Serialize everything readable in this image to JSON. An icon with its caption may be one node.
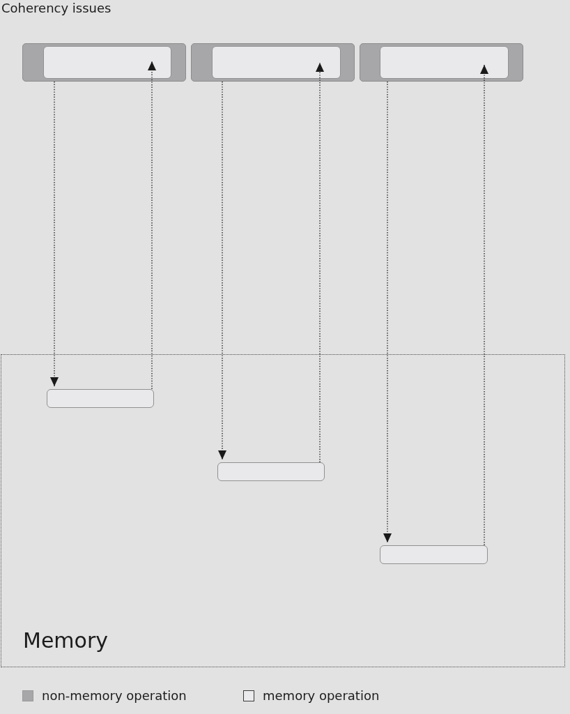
{
  "diagram": {
    "title": "Coherency issues",
    "nodes": [
      {
        "text": [],
        "shape": "box"
      },
      {
        "text": [],
        "shape": "box",
        "in": 0
      },
      {
        "text": [],
        "shape": "box"
      },
      {
        "text": [],
        "shape": "box",
        "in": 2
      },
      {
        "text": [],
        "shape": "box"
      },
      {
        "text": [],
        "shape": "box",
        "in": 4
      },
      {
        "text": [
          "Memory"
        ]
      },
      {
        "text": [],
        "shape": "box",
        "in": 6
      },
      {
        "text": [],
        "shape": "box",
        "in": 6
      },
      {
        "text": [],
        "shape": "box",
        "in": 6
      }
    ],
    "edges": [
      {
        "from": 0,
        "to": 7,
        "arrow": "to"
      },
      {
        "from": 7,
        "to": 1,
        "arrow": "to"
      },
      {
        "from": 2,
        "to": 8,
        "arrow": "to"
      },
      {
        "from": 8,
        "to": 3,
        "arrow": "to"
      },
      {
        "from": 4,
        "to": 9,
        "arrow": "to"
      },
      {
        "from": 9,
        "to": 5,
        "arrow": "to"
      }
    ],
    "legend": [
      {
        "text": "non-memory operation",
        "color": "#a7a7a9"
      },
      {
        "text": "memory operation",
        "color": "#ebebed"
      }
    ]
  }
}
